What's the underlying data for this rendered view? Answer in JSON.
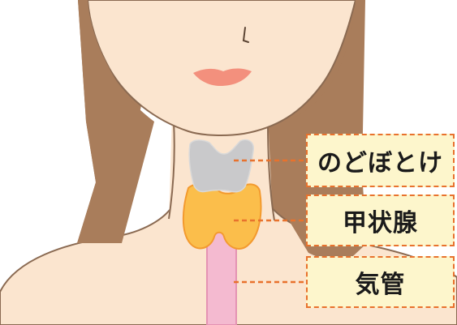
{
  "labels": {
    "adams_apple": "のどぼとけ",
    "thyroid": "甲状腺",
    "trachea": "気管"
  },
  "colors": {
    "skin": "#fbe5cf",
    "skin_outline": "#8a6a52",
    "hair": "#a97d5b",
    "lips": "#f3907d",
    "adams_apple": "#c9c9cb",
    "thyroid": "#fbbe4b",
    "thyroid_outline": "#f39a2e",
    "trachea": "#f4bad0",
    "trachea_outline": "#e493b3",
    "connector": "#e8722d",
    "label_fill": "#fdf6cc"
  }
}
